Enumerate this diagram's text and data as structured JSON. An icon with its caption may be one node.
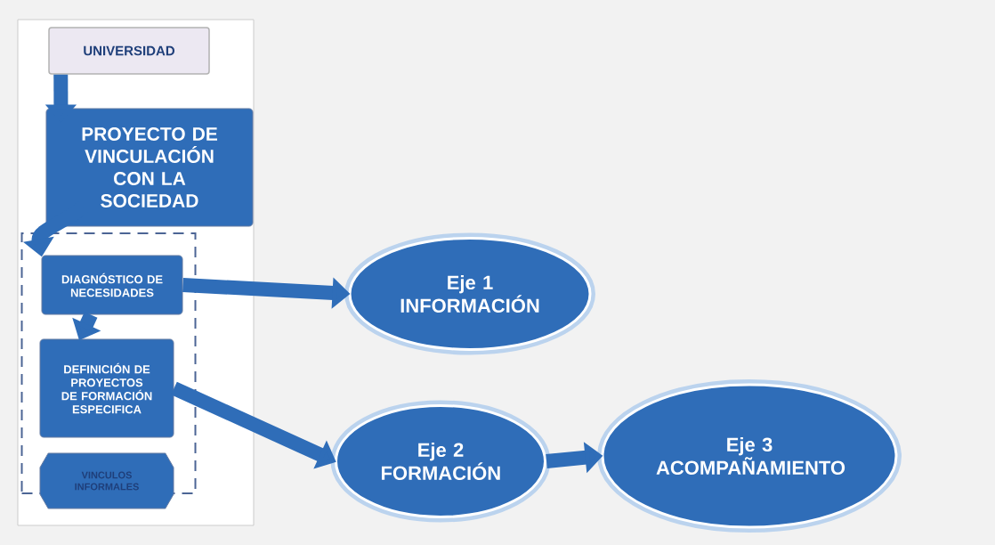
{
  "diagram": {
    "nodes": [
      {
        "text": [
          "UNIVERSIDAD"
        ]
      },
      {
        "text": [
          "PROYECTO DE VINCULACIÓN CON LA SOCIEDAD"
        ]
      },
      {
        "text": [],
        "shape": "box"
      },
      {
        "text": [
          "DIAGNÓSTICO DE NECESIDADES"
        ],
        "in": 2
      },
      {
        "text": [
          "DEFINICIÓN DE PROYECTOS DE FORMACIÓN ESPECIFICA"
        ],
        "in": 2
      },
      {
        "text": [
          "VINCULOS INFORMALES"
        ]
      },
      {
        "text": [
          "Eje 1",
          "INFORMACIÓN"
        ]
      },
      {
        "text": [
          "Eje 2",
          "FORMACIÓN"
        ]
      },
      {
        "text": [
          "Eje 3",
          "ACOMPAÑAMIENTO"
        ]
      }
    ],
    "edges": [
      {
        "from": 0,
        "to": 1,
        "arrow": "to"
      },
      {
        "from": 1,
        "to": 3,
        "arrow": "to"
      },
      {
        "from": 3,
        "to": 4,
        "arrow": "to"
      },
      {
        "from": 3,
        "to": 6,
        "arrow": "to"
      },
      {
        "from": 4,
        "to": 7,
        "arrow": "to"
      },
      {
        "from": 7,
        "to": 8,
        "arrow": "to"
      }
    ]
  }
}
